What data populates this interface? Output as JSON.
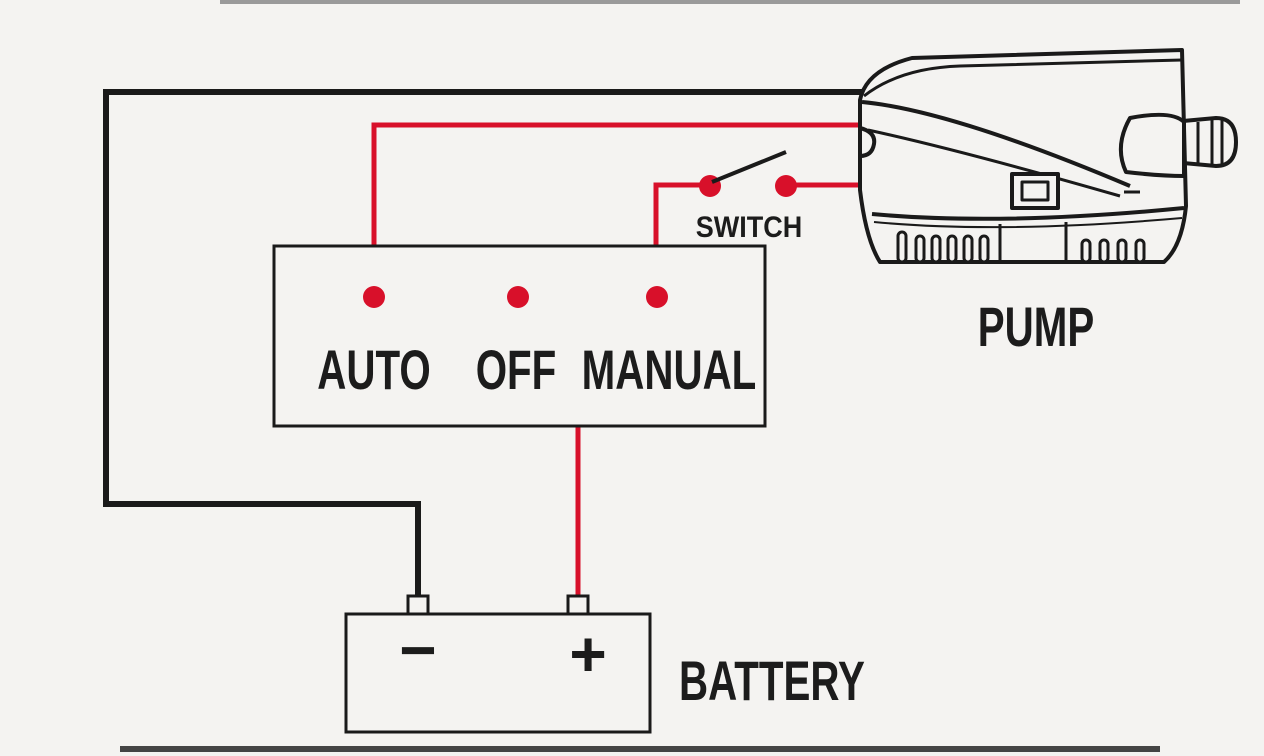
{
  "diagram": {
    "selector_switch": {
      "positions": [
        {
          "id": "auto",
          "label": "AUTO"
        },
        {
          "id": "off",
          "label": "OFF"
        },
        {
          "id": "manual",
          "label": "MANUAL"
        }
      ]
    },
    "inline_switch": {
      "label": "SWITCH"
    },
    "pump": {
      "label": "PUMP"
    },
    "battery": {
      "label": "BATTERY",
      "negative_symbol": "−",
      "positive_symbol": "+"
    },
    "wire_colors": {
      "positive": "#d8102a",
      "negative": "#1a1a1a"
    }
  }
}
